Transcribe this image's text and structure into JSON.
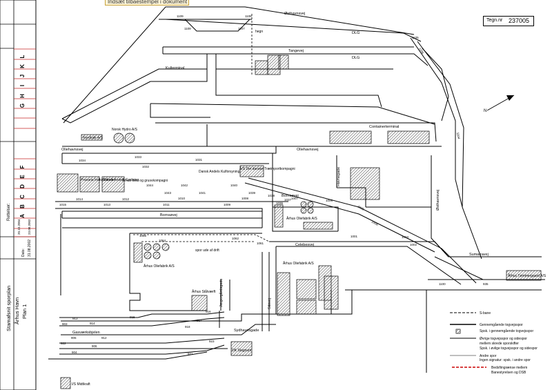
{
  "tooltip_text": "Indsæt tilbaestempel i dokument",
  "drawing": {
    "label": "Tegn.nr",
    "number": "237005"
  },
  "titleblock": {
    "grid_letters": [
      "L",
      "K",
      "J",
      "I",
      "H",
      "G",
      "F",
      "E",
      "D",
      "C",
      "B",
      "A"
    ],
    "revisions_label": "Rettelser:",
    "revision_dates": [
      "20.10.2004",
      "23.08.2002"
    ],
    "date_label": "Dato:",
    "date_value": "31.08.2002",
    "title": "Stamafsnit sporplan",
    "subtitle": "Århus Havn",
    "plan": "Plan 1"
  },
  "streets": [
    "Østhavnsvej",
    "Tangevej",
    "Kulterminal",
    "Oliehavnsvej",
    "Bornsøvej",
    "Sumatravej",
    "Celebesvej",
    "Sydhavnsgade",
    "Jægergårdsgade",
    "Silovej",
    "Havnegade",
    "Gasværksbjelen",
    "Østhavnsvej",
    "DLG",
    "DLG",
    "Containerterminal"
  ],
  "buildings": [
    "Norsk Hydro A/S",
    "Nordkalk A/S",
    "Danish Agro",
    "Praxaria Indkøbsfoder",
    "Dansk Andels Gødning",
    "Dansk Andels Kulforsyning",
    "Århus sten og grusvkompagni",
    "A/S Det danske Træimportkompagni",
    "Århus Oliefabrik A/S",
    "Århus Oliefabrik A/S",
    "Århus Oliefabrik A/S",
    "Århus Stålværft",
    "DK Stagnum",
    "Århus Tømmergaard A/S",
    "I/S Midtkraft",
    "spor ude af drift",
    "hegn"
  ],
  "switches": [
    "1109",
    "1108",
    "1109",
    "1107",
    "1105",
    "1106",
    "1104",
    "1034",
    "1033",
    "1032",
    "1031",
    "1044",
    "1043",
    "1042",
    "1041",
    "1040",
    "1039",
    "1038",
    "1037",
    "1036",
    "1035",
    "1015",
    "1014",
    "1013",
    "1012",
    "1011",
    "1010",
    "1009",
    "1008",
    "1007",
    "1006",
    "1005",
    "1004",
    "1003",
    "1002",
    "1001",
    "1066",
    "1064",
    "1062",
    "1061",
    "1060",
    "1100",
    "935",
    "913",
    "914",
    "915",
    "916",
    "917",
    "918",
    "903",
    "904",
    "905",
    "906",
    "912",
    "921",
    "922",
    "923"
  ],
  "legend": {
    "sbane": "S-bane",
    "l1a": "Gennemgående togvejsspor",
    "l1b": "Spsk. i gennemgående togvejsspor",
    "l2a": "Øvrige togvejsspor og sidespor",
    "l2b": "mellem skrede sporskifter",
    "l2c": "Spsk. i øvlige togvejsspor og sidespor",
    "l3a": "Andre spor",
    "l3b": "Ingen signatur: spsk. i andre spor",
    "l4a": "Bedsfiingrænse mellem",
    "l4b": "Banestyrelsen og DSB"
  },
  "colors": {
    "line": "#000000",
    "hatch": "#555555",
    "red": "#cc0000",
    "titlered": "#c62828",
    "tooltip": "#c8a23c"
  }
}
